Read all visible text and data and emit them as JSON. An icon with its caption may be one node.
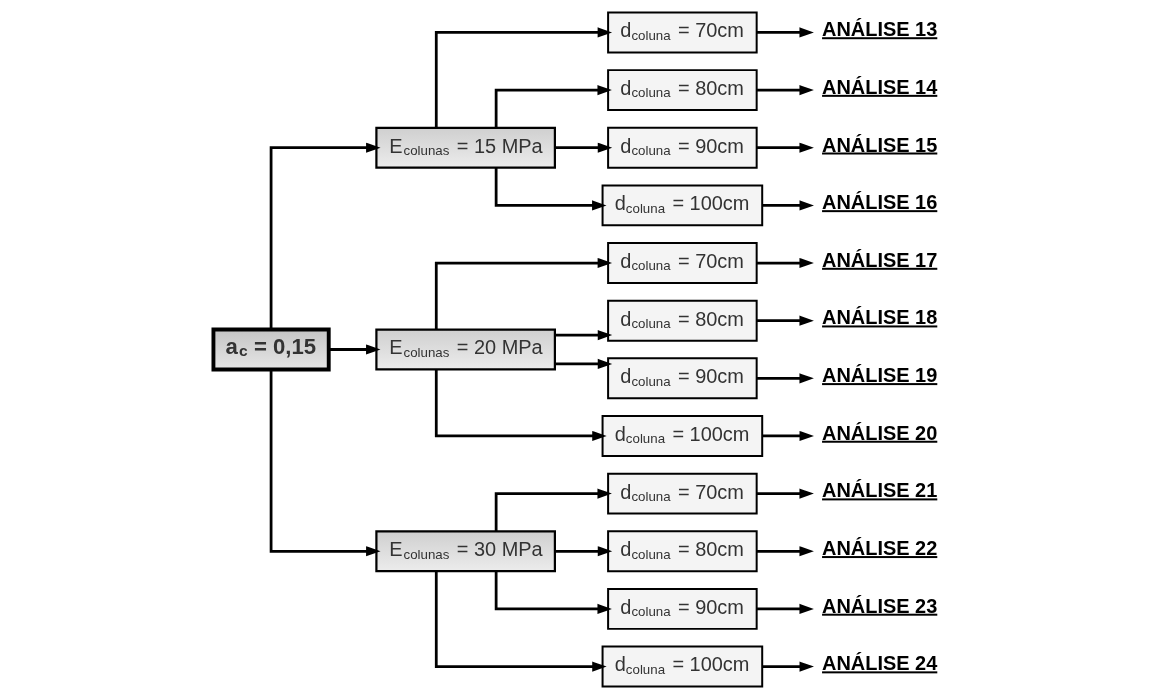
{
  "diagram": {
    "nodes": [
      {
        "text": [
          "a$_{c}$ = 0,15"
        ]
      },
      {
        "text": [
          "E$_{colunas}$ = 15 MPa"
        ]
      },
      {
        "text": [
          "E$_{colunas}$ = 20 MPa"
        ]
      },
      {
        "text": [
          "E$_{colunas}$ = 30 MPa"
        ]
      },
      {
        "text": [
          "d$_{coluna}$ = 70cm"
        ]
      },
      {
        "text": [
          "d$_{coluna}$ = 80cm"
        ]
      },
      {
        "text": [
          "d$_{coluna}$ = 90cm"
        ]
      },
      {
        "text": [
          "d$_{coluna}$ = 100cm"
        ]
      },
      {
        "text": [
          "d$_{coluna}$ = 70cm"
        ]
      },
      {
        "text": [
          "d$_{coluna}$ = 80cm"
        ]
      },
      {
        "text": [
          "d$_{coluna}$ = 90cm"
        ]
      },
      {
        "text": [
          "d$_{coluna}$ = 100cm"
        ]
      },
      {
        "text": [
          "d$_{coluna}$ = 70cm"
        ]
      },
      {
        "text": [
          "d$_{coluna}$ = 80cm"
        ]
      },
      {
        "text": [
          "d$_{coluna}$ = 90cm"
        ]
      },
      {
        "text": [
          "d$_{coluna}$ = 100cm"
        ]
      },
      {
        "text": [
          "ANÁLISE 13"
        ]
      },
      {
        "text": [
          "ANÁLISE 14"
        ]
      },
      {
        "text": [
          "ANÁLISE 15"
        ]
      },
      {
        "text": [
          "ANÁLISE 16"
        ]
      },
      {
        "text": [
          "ANÁLISE 17"
        ]
      },
      {
        "text": [
          "ANÁLISE 18"
        ]
      },
      {
        "text": [
          "ANÁLISE 19"
        ]
      },
      {
        "text": [
          "ANÁLISE 20"
        ]
      },
      {
        "text": [
          "ANÁLISE 21"
        ]
      },
      {
        "text": [
          "ANÁLISE 22"
        ]
      },
      {
        "text": [
          "ANÁLISE 23"
        ]
      },
      {
        "text": [
          "ANÁLISE 24"
        ]
      }
    ],
    "edges": [
      {
        "from": 0,
        "to": 1,
        "arrow": "to"
      },
      {
        "from": 0,
        "to": 2,
        "arrow": "to"
      },
      {
        "from": 0,
        "to": 3,
        "arrow": "to"
      },
      {
        "from": 1,
        "to": 4,
        "arrow": "to"
      },
      {
        "from": 1,
        "to": 5,
        "arrow": "to"
      },
      {
        "from": 1,
        "to": 6,
        "arrow": "to"
      },
      {
        "from": 1,
        "to": 7,
        "arrow": "to"
      },
      {
        "from": 2,
        "to": 8,
        "arrow": "to"
      },
      {
        "from": 2,
        "to": 9,
        "arrow": "to"
      },
      {
        "from": 2,
        "to": 10,
        "arrow": "to"
      },
      {
        "from": 2,
        "to": 11,
        "arrow": "to"
      },
      {
        "from": 3,
        "to": 12,
        "arrow": "to"
      },
      {
        "from": 3,
        "to": 13,
        "arrow": "to"
      },
      {
        "from": 3,
        "to": 14,
        "arrow": "to"
      },
      {
        "from": 3,
        "to": 15,
        "arrow": "to"
      },
      {
        "from": 4,
        "to": 16,
        "arrow": "to"
      },
      {
        "from": 5,
        "to": 17,
        "arrow": "to"
      },
      {
        "from": 6,
        "to": 18,
        "arrow": "to"
      },
      {
        "from": 7,
        "to": 19,
        "arrow": "to"
      },
      {
        "from": 8,
        "to": 20,
        "arrow": "to"
      },
      {
        "from": 9,
        "to": 21,
        "arrow": "to"
      },
      {
        "from": 10,
        "to": 22,
        "arrow": "to"
      },
      {
        "from": 11,
        "to": 23,
        "arrow": "to"
      },
      {
        "from": 12,
        "to": 24,
        "arrow": "to"
      },
      {
        "from": 13,
        "to": 25,
        "arrow": "to"
      },
      {
        "from": 14,
        "to": 26,
        "arrow": "to"
      },
      {
        "from": 15,
        "to": 27,
        "arrow": "to"
      }
    ]
  }
}
